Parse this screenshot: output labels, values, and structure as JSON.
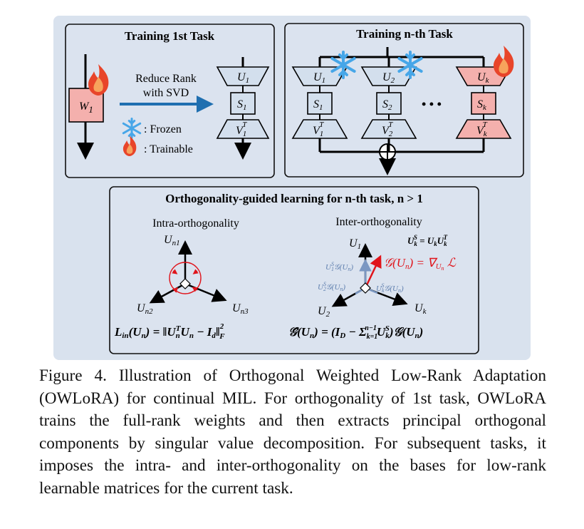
{
  "panel1": {
    "title": "Training 1st Task",
    "weight": "W",
    "weight_sub": "1",
    "arrow_label_line1": "Reduce Rank",
    "arrow_label_line2": "with SVD",
    "u": "U",
    "u_sub": "1",
    "s": "S",
    "s_sub": "1",
    "v": "V",
    "v_sub": "1",
    "v_sup": "T",
    "legend_frozen": ": Frozen",
    "legend_trainable": ": Trainable"
  },
  "panel2": {
    "title": "Training n-th Task",
    "modules": [
      {
        "u": "U",
        "sub": "1",
        "s": "S",
        "v": "V",
        "sup": "T",
        "state": "frozen"
      },
      {
        "u": "U",
        "sub": "2",
        "s": "S",
        "v": "V",
        "sup": "T",
        "state": "frozen"
      },
      {
        "u": "U",
        "sub": "k",
        "s": "S",
        "v": "V",
        "sup": "T",
        "state": "trainable"
      }
    ],
    "ellipsis": "• • •"
  },
  "panel3": {
    "title": "Orthogonality-guided learning for n-th task, n > 1",
    "intra_title": "Intra-orthogonality",
    "inter_title": "Inter-orthogonality",
    "intra_axes": {
      "top": "U",
      "top_sub": "n1",
      "left": "U",
      "left_sub": "n2",
      "right": "U",
      "right_sub": "n3"
    },
    "intra_loss": "L",
    "inter_axes": {
      "top": "U",
      "top_sub": "1",
      "left": "U",
      "left_sub": "2",
      "right": "U",
      "right_sub": "k"
    },
    "uks_def": "U",
    "grad_label": "𝒢(U",
    "grad_eq": ") = ∇",
    "proj1": "U",
    "proj2": "U",
    "projk": "U",
    "ghat": "𝒢̂(U"
  },
  "caption": {
    "text": "Figure 4. Illustration of Orthogonal Weighted Low-Rank Adaptation (OWLoRA) for continual MIL. For orthogonality of 1st task, OWLoRA trains the full-rank weights and then extracts principal orthogonal components by singular value decomposition. For subsequent tasks, it imposes the intra- and inter-orthogonality on the bases for low-rank learnable matrices for the current task."
  },
  "colors": {
    "panel_bg": "#dbe3ef",
    "outer_bg": "#d9e2ee",
    "box_blue": "#d3dfed",
    "box_pink": "#f4b0ad",
    "arrow_blue": "#1f6fb0",
    "grad_red": "#e0141b",
    "proj_blue": "#7a97c2",
    "flame": "#e8452a",
    "snow": "#46a6e8"
  }
}
